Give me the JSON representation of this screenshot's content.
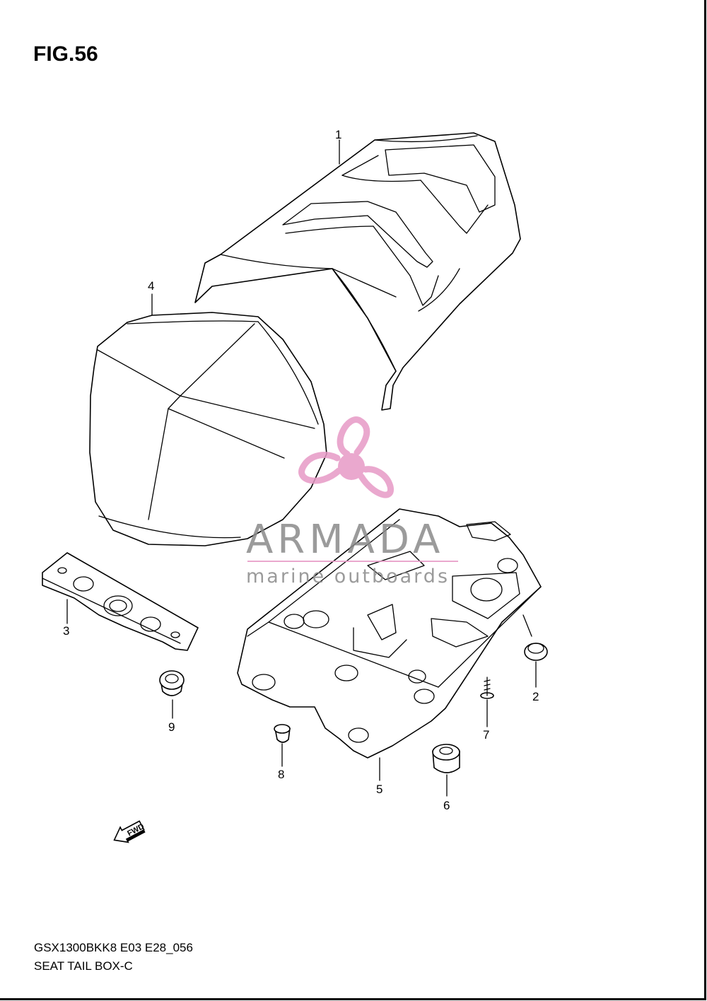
{
  "figure": {
    "title": "FIG.56"
  },
  "callouts": [
    {
      "id": "1",
      "label": "1"
    },
    {
      "id": "2",
      "label": "2"
    },
    {
      "id": "3",
      "label": "3"
    },
    {
      "id": "4",
      "label": "4"
    },
    {
      "id": "5",
      "label": "5"
    },
    {
      "id": "6",
      "label": "6"
    },
    {
      "id": "7",
      "label": "7"
    },
    {
      "id": "8",
      "label": "8"
    },
    {
      "id": "9",
      "label": "9"
    }
  ],
  "fwd_arrow": {
    "label": "FWD"
  },
  "watermark": {
    "name": "ARMADA",
    "tagline": "marine outboards",
    "color": "#e79ac6"
  },
  "footer": {
    "model_code": "GSX1300BKK8 E03 E28_056",
    "section_name": "SEAT TAIL BOX-C"
  }
}
